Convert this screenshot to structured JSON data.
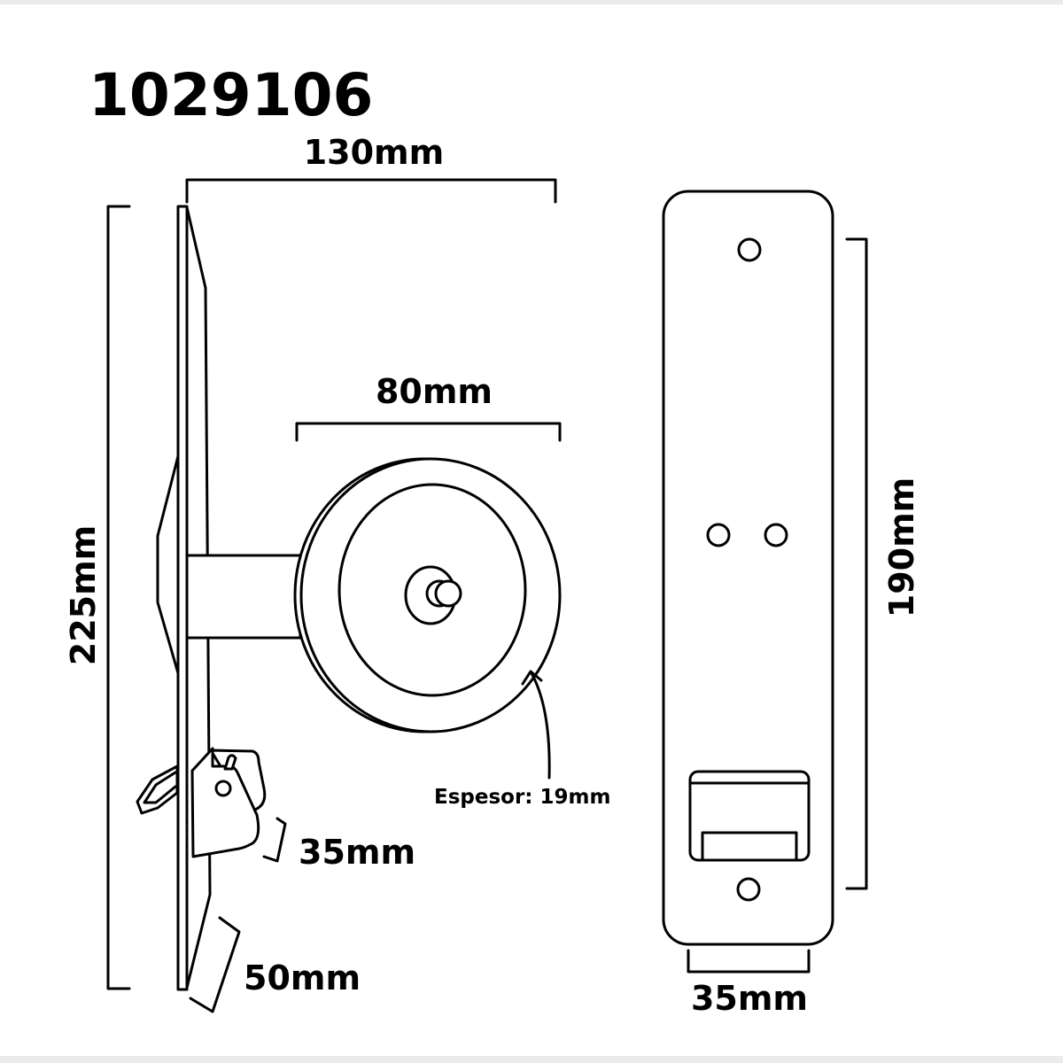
{
  "title": "1029106",
  "dimensions": {
    "width_total": "130mm",
    "height_total": "225mm",
    "wheel_diameter": "80mm",
    "wheel_thickness": "Espesor: 19mm",
    "clip_size": "35mm",
    "bottom_tab": "50mm",
    "cover_height": "190mm",
    "cover_width": "35mm"
  },
  "colors": {
    "line": "#000000",
    "background": "#ffffff",
    "border": "#ebebeb"
  }
}
